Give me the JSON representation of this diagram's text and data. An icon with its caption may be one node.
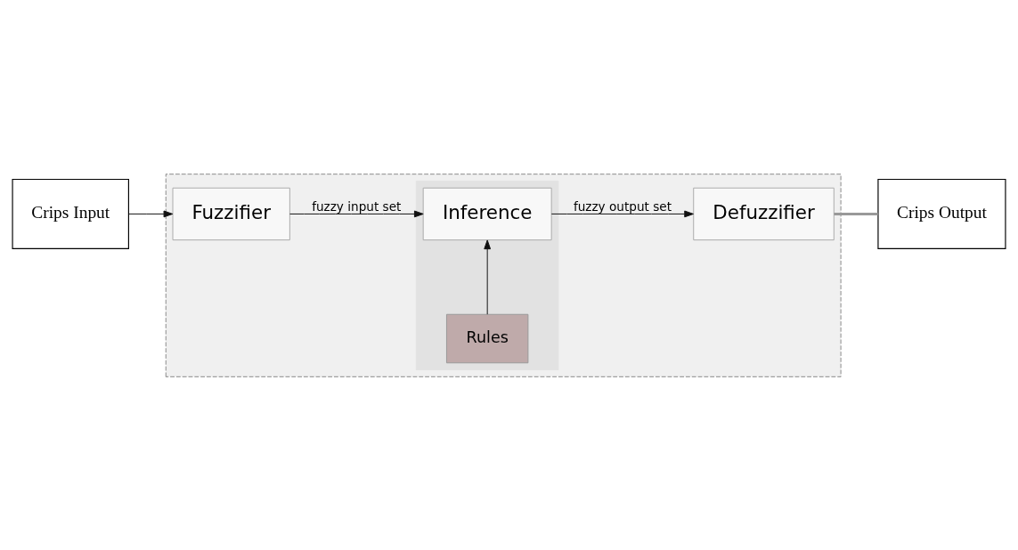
{
  "diagram": {
    "nodes": [
      {
        "text": [],
        "shape": "box"
      },
      {
        "text": [],
        "shape": "box",
        "in": 0
      },
      {
        "text": [
          "Crips Input"
        ]
      },
      {
        "text": [
          "Fuzzifier"
        ],
        "in": 0
      },
      {
        "text": [
          "Rules"
        ],
        "in": 1
      },
      {
        "text": [
          "Inference"
        ],
        "in": 1
      },
      {
        "text": [
          "Defuzzifier"
        ],
        "in": 0
      },
      {
        "text": [
          "Crips Output"
        ]
      }
    ],
    "edges": [
      {
        "from": 2,
        "to": 3,
        "arrow": "to"
      },
      {
        "from": 3,
        "to": 5,
        "arrow": "to",
        "label": "fuzzy input set"
      },
      {
        "from": 4,
        "to": 5,
        "arrow": "to"
      },
      {
        "from": 5,
        "to": 6,
        "arrow": "to",
        "label": "fuzzy output set"
      },
      {
        "from": 6,
        "to": 7,
        "arrow": "none",
        "style": "thick",
        "color": "#999999"
      }
    ]
  }
}
